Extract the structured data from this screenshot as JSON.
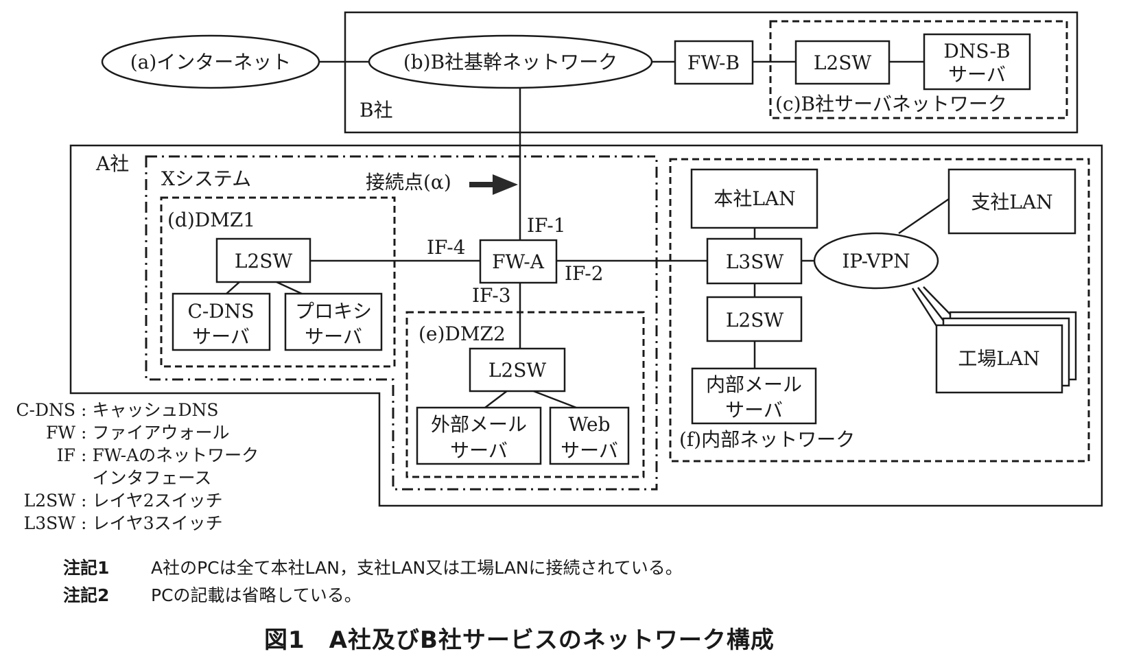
{
  "diagram": {
    "zones": {
      "company_b": "B社",
      "company_a": "A社",
      "x_system": "Xシステム",
      "dmz1": "(d)DMZ1",
      "dmz2": "(e)DMZ2",
      "b_server_net": "(c)B社サーバネットワーク",
      "internal_net": "(f)内部ネットワーク"
    },
    "clouds": {
      "internet": "(a)インターネット",
      "b_backbone": "(b)B社基幹ネットワーク",
      "ipvpn": "IP-VPN"
    },
    "nodes": {
      "fw_b": "FW-B",
      "b_l2sw": "L2SW",
      "dns_b_line1": "DNS-B",
      "dns_b_line2": "サーバ",
      "fw_a": "FW-A",
      "dmz1_l2sw": "L2SW",
      "cdns_line1": "C-DNS",
      "cdns_line2": "サーバ",
      "proxy_line1": "プロキシ",
      "proxy_line2": "サーバ",
      "dmz2_l2sw": "L2SW",
      "ext_mail_line1": "外部メール",
      "ext_mail_line2": "サーバ",
      "web_line1": "Web",
      "web_line2": "サーバ",
      "hq_lan": "本社LAN",
      "l3sw": "L3SW",
      "int_l2sw": "L2SW",
      "int_mail_line1": "内部メール",
      "int_mail_line2": "サーバ",
      "branch_lan": "支社LAN",
      "factory_lan": "工場LAN"
    },
    "interfaces": {
      "if1": "IF-1",
      "if2": "IF-2",
      "if3": "IF-3",
      "if4": "IF-4"
    },
    "connection_point": "接続点(α)"
  },
  "legend": [
    {
      "abbr": "C-DNS",
      "desc": "キャッシュDNS"
    },
    {
      "abbr": "FW",
      "desc": "ファイアウォール"
    },
    {
      "abbr": "IF",
      "desc": "FW-Aのネットワーク"
    },
    {
      "abbr": "",
      "desc": "インタフェース"
    },
    {
      "abbr": "L2SW",
      "desc": "レイヤ2スイッチ"
    },
    {
      "abbr": "L3SW",
      "desc": "レイヤ3スイッチ"
    }
  ],
  "legend_sep": ":",
  "notes": [
    {
      "label": "注記1",
      "text": "A社のPCは全て本社LAN，支社LAN又は工場LANに接続されている。"
    },
    {
      "label": "注記2",
      "text": "PCの記載は省略している。"
    }
  ],
  "caption": "図1　A社及びB社サービスのネットワーク構成"
}
